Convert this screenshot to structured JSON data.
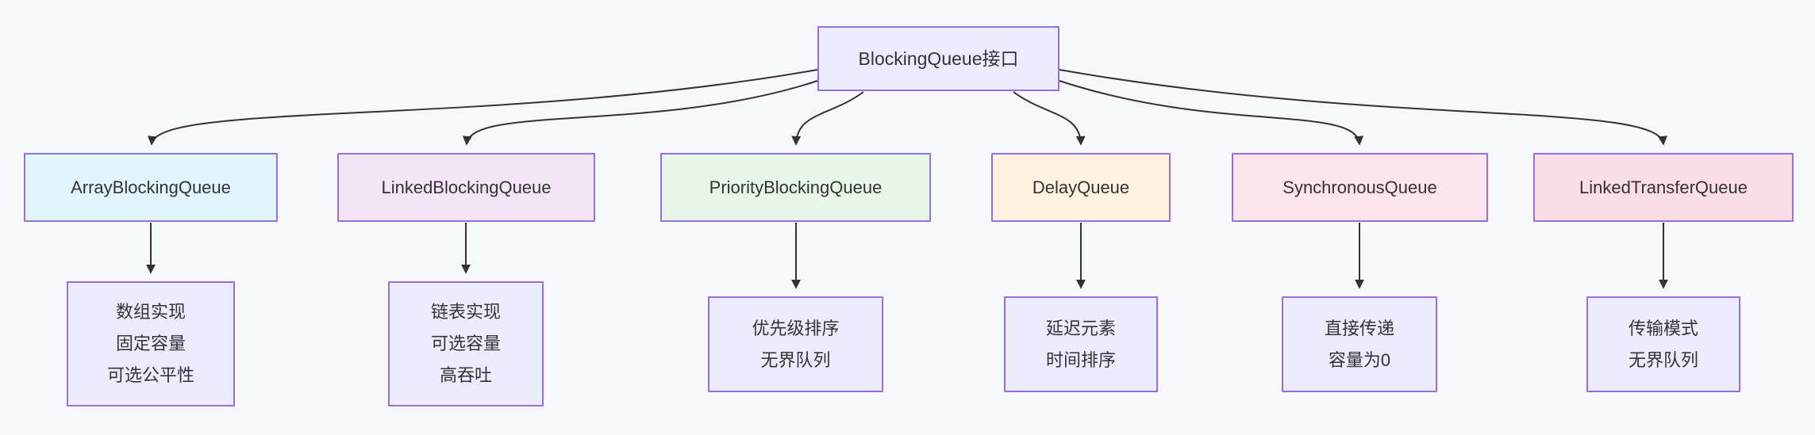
{
  "diagram": {
    "type": "flowchart-top-down",
    "colors": {
      "background": "#f7f8fb",
      "node_border": "#9370db",
      "edge": "#333333",
      "text": "#333333",
      "root_fill": "#ececff",
      "desc_fill": "#ececff"
    },
    "root": {
      "label": "BlockingQueue接口",
      "fill": "#ececff"
    },
    "classes": [
      {
        "name": "ArrayBlockingQueue",
        "fill": "#e1f5fe",
        "desc_lines": [
          "数组实现",
          "固定容量",
          "可选公平性"
        ]
      },
      {
        "name": "LinkedBlockingQueue",
        "fill": "#f3e5f5",
        "desc_lines": [
          "链表实现",
          "可选容量",
          "高吞吐"
        ]
      },
      {
        "name": "PriorityBlockingQueue",
        "fill": "#e8f5e9",
        "desc_lines": [
          "优先级排序",
          "无界队列"
        ]
      },
      {
        "name": "DelayQueue",
        "fill": "#fff3e0",
        "desc_lines": [
          "延迟元素",
          "时间排序"
        ]
      },
      {
        "name": "SynchronousQueue",
        "fill": "#fce4ec",
        "desc_lines": [
          "直接传递",
          "容量为0"
        ]
      },
      {
        "name": "LinkedTransferQueue",
        "fill": "#fbdde8",
        "desc_lines": [
          "传输模式",
          "无界队列"
        ]
      }
    ],
    "edges": [
      {
        "from": "BlockingQueue接口",
        "to": "ArrayBlockingQueue"
      },
      {
        "from": "BlockingQueue接口",
        "to": "LinkedBlockingQueue"
      },
      {
        "from": "BlockingQueue接口",
        "to": "PriorityBlockingQueue"
      },
      {
        "from": "BlockingQueue接口",
        "to": "DelayQueue"
      },
      {
        "from": "BlockingQueue接口",
        "to": "SynchronousQueue"
      },
      {
        "from": "BlockingQueue接口",
        "to": "LinkedTransferQueue"
      },
      {
        "from": "ArrayBlockingQueue",
        "to": "数组实现 固定容量 可选公平性"
      },
      {
        "from": "LinkedBlockingQueue",
        "to": "链表实现 可选容量 高吞吐"
      },
      {
        "from": "PriorityBlockingQueue",
        "to": "优先级排序 无界队列"
      },
      {
        "from": "DelayQueue",
        "to": "延迟元素 时间排序"
      },
      {
        "from": "SynchronousQueue",
        "to": "直接传递 容量为0"
      },
      {
        "from": "LinkedTransferQueue",
        "to": "传输模式 无界队列"
      }
    ]
  }
}
